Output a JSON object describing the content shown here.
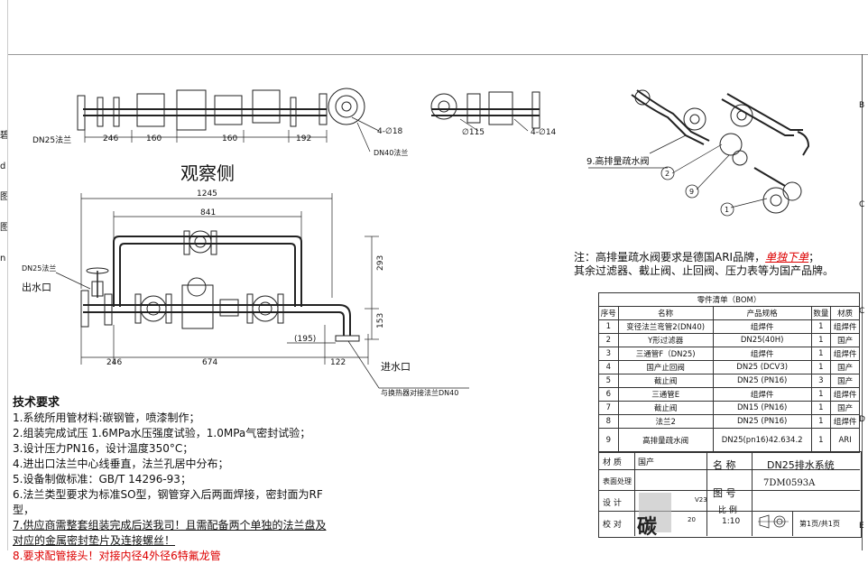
{
  "grid_letters": [
    "B",
    "C",
    "D",
    "E"
  ],
  "left_edge_chars": [
    "碧",
    "d",
    "图",
    "图",
    "n"
  ],
  "top_view": {
    "label_dn25": "DN25法兰",
    "dims": [
      "246",
      "160",
      "160",
      "192"
    ],
    "hole_label_1": "4-∅18",
    "label_dn40": "DN40法兰",
    "dia_115": "∅115",
    "hole_label_2": "4-∅14"
  },
  "front_view": {
    "title": "观察侧",
    "overall_dim": "1245",
    "inner_dim": "841",
    "label_dn25": "DN25法兰",
    "outlet": "出水口",
    "inlet": "进水口",
    "dim_293": "293",
    "dim_153": "153",
    "dim_195": "(195)",
    "bottom_dims": [
      "246",
      "674",
      "122"
    ],
    "hx_note": "与换热器对接法兰DN40"
  },
  "iso_view": {
    "callout_9": "9.高排量疏水阀",
    "numbers": [
      "2",
      "9",
      "1"
    ]
  },
  "note": {
    "line1_prefix": "注：高排量疏水阀要求是德国ARI品牌，",
    "line1_red": "单独下单",
    "line1_suffix": "；",
    "line2": "其余过滤器、截止阀、止回阀、压力表等为国产品牌。"
  },
  "tech": {
    "heading": "技术要求",
    "items": [
      "1.系统所用管材料:碳钢管，喷漆制作；",
      "2.组装完成试压 1.6MPa水压强度试验，1.0MPa气密封试验；",
      "3.设计压力PN16，设计温度350°C；",
      "4.进出口法兰中心线垂直，法兰孔居中分布；",
      "5.设备制做标准：GB/T 14296-93；",
      "6.法兰类型要求为标准SO型，钢管穿入后两面焊接，密封面为RF型，",
      "7.供应商需整套组装完成后送我司！且需配备两个单独的法兰盘及",
      "对应的金属密封垫片及连接螺丝！"
    ],
    "item8": "8.要求配管接头！对接内径4外径6特氟龙管"
  },
  "bom": {
    "title": "零件清单（BOM）",
    "headers": [
      "序号",
      "名称",
      "产品规格",
      "数量",
      "材质"
    ],
    "rows": [
      [
        "1",
        "变径法兰弯管2(DN40)",
        "组焊件",
        "1",
        "组焊件"
      ],
      [
        "2",
        "Y形过滤器",
        "DN25(40H)",
        "1",
        "国产"
      ],
      [
        "3",
        "三通管F（DN25)",
        "组焊件",
        "1",
        "组焊件"
      ],
      [
        "4",
        "国产止回阀",
        "DN25 (DCV3)",
        "1",
        "国产"
      ],
      [
        "5",
        "截止阀",
        "DN25 (PN16)",
        "3",
        "国产"
      ],
      [
        "6",
        "三通管E",
        "组焊件",
        "1",
        "组焊件"
      ],
      [
        "7",
        "截止阀",
        "DN15 (PN16)",
        "1",
        "国产"
      ],
      [
        "8",
        "法兰2",
        "DN25 (PN16)",
        "1",
        "组焊件"
      ],
      [
        "9",
        "高排量疏水阀",
        "DN25(pn16)42.634.2",
        "1",
        "ARI"
      ]
    ]
  },
  "titleblock": {
    "material_label": "材 质",
    "material_value": "国产",
    "surface_label": "表面处理",
    "design_label": "设 计",
    "check_label": "校 对",
    "date_fragment": "V23",
    "date_fragment2": "20",
    "name_label": "名 称",
    "name_value": "DN25排水系统",
    "drawing_label": "图 号",
    "drawing_value": "7DM0593A",
    "scale_label": "比 例",
    "scale_value": "1:10",
    "page": "第1页/共1页",
    "stamp_char": "碳"
  }
}
